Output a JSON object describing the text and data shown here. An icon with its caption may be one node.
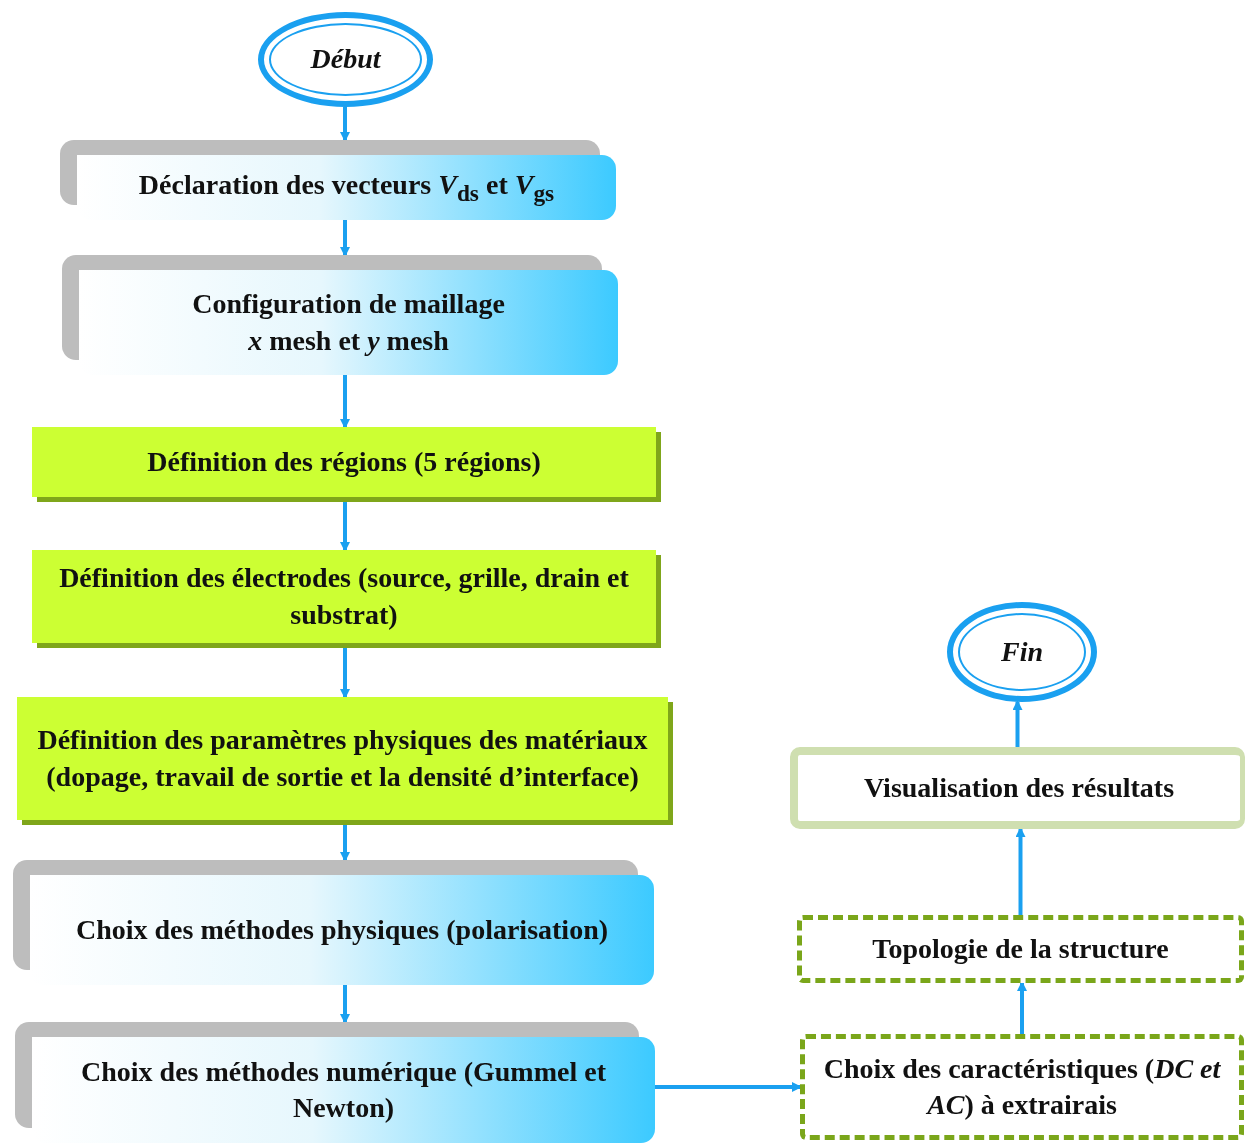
{
  "diagram": {
    "nodes": [
      {
        "text": [
          "Début"
        ]
      },
      {
        "text": [
          "Déclaration des vecteurs *V*$_{ds}$ et *V*$_{gs}$"
        ]
      },
      {
        "text": [
          "Configuration de maillage",
          "*x* mesh et *y* mesh"
        ]
      },
      {
        "text": [
          "Définition des régions  (5 régions)"
        ]
      },
      {
        "text": [
          "Définition des électrodes (source, grille, drain et substrat)"
        ]
      },
      {
        "text": [
          "Définition des paramètres physiques des matériaux (dopage, travail de sortie et la densité d’interface)"
        ]
      },
      {
        "text": [
          "Choix des méthodes physiques (polarisation)"
        ]
      },
      {
        "text": [
          "Choix des méthodes numérique (Gummel et Newton)"
        ]
      },
      {
        "text": [
          "Choix des caractéristiques (*DC et AC*) à extrairais"
        ]
      },
      {
        "text": [
          "Topologie de la structure"
        ]
      },
      {
        "text": [
          "Visualisation des résultats"
        ]
      },
      {
        "text": [
          "Fin"
        ]
      }
    ],
    "edges": [
      {
        "from": 0,
        "to": 1,
        "arrow": "to"
      },
      {
        "from": 1,
        "to": 2,
        "arrow": "to"
      },
      {
        "from": 2,
        "to": 3,
        "arrow": "to"
      },
      {
        "from": 3,
        "to": 4,
        "arrow": "to"
      },
      {
        "from": 4,
        "to": 5,
        "arrow": "to"
      },
      {
        "from": 5,
        "to": 6,
        "arrow": "to"
      },
      {
        "from": 6,
        "to": 7,
        "arrow": "to"
      },
      {
        "from": 7,
        "to": 8,
        "arrow": "to"
      },
      {
        "from": 8,
        "to": 9,
        "arrow": "to"
      },
      {
        "from": 9,
        "to": 10,
        "arrow": "to"
      },
      {
        "from": 10,
        "to": 11,
        "arrow": "to"
      }
    ]
  }
}
